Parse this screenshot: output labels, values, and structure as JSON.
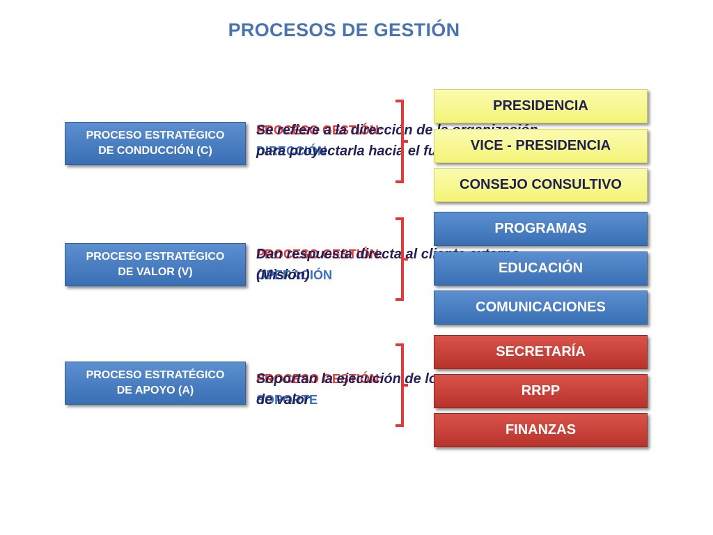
{
  "title": "PROCESOS DE GESTIÓN",
  "groups": [
    {
      "process_box": [
        "PROCESO ESTRATÉGICO",
        "DE CONDUCCIÓN (C)"
      ],
      "overlay_under": [
        "PROCESO GESTIÓN:",
        "DIRECCIÓN"
      ],
      "description": [
        "Se refiere a la dirección de la organización,",
        "para proyectarla hacia el futuro (Visión)"
      ],
      "items": [
        "PRESIDENCIA",
        "VICE - PRESIDENCIA",
        "CONSEJO CONSULTIVO"
      ],
      "item_color": "#f4f478"
    },
    {
      "process_box": [
        "PROCESO ESTRATÉGICO",
        "DE VALOR (V)"
      ],
      "overlay_under": [
        "PROCESO GESTIÓN:",
        "OPERACIÓN"
      ],
      "description": [
        "Dan respuesta directa al cliente externo",
        "(Misión)"
      ],
      "items": [
        "PROGRAMAS",
        "EDUCACIÓN",
        "COMUNICACIONES"
      ],
      "item_color": "#3a6fb4"
    },
    {
      "process_box": [
        "PROCESO ESTRATÉGICO",
        "DE APOYO (A)"
      ],
      "overlay_under": [
        "PROCESO GESTIÓN:",
        "SOPORTE"
      ],
      "description": [
        "Soportan la ejecución de los procesos",
        "de valor"
      ],
      "items": [
        "SECRETARÍA",
        "RRPP",
        "FINANZAS"
      ],
      "item_color": "#b8332c"
    }
  ],
  "colors": {
    "title": "#4a74b0",
    "bracket": "#e03a3a",
    "description_text": "#232359"
  }
}
